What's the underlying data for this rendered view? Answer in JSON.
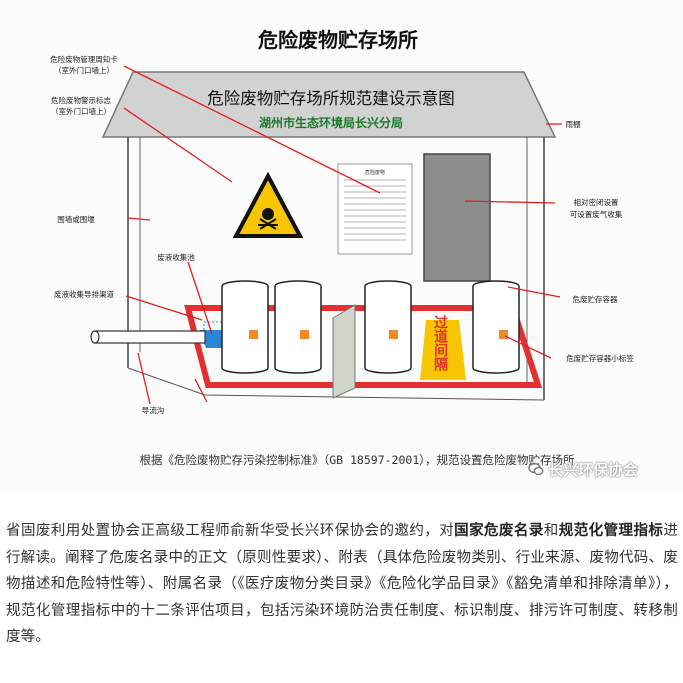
{
  "figure": {
    "main_title": "危险废物贮存场所",
    "roof_title": "危险废物贮存场所规范建设示意图",
    "roof_subtitle": "湖州市生态环境局长兴分局",
    "notice_board_title": "危险废物",
    "isolation_sign": "过道间隔",
    "caption": "根据《危险废物贮存污染控制标准》（GB 18597-2001），规范设置危险废物贮存场所",
    "labels": {
      "info_card": "危险废物管理周知卡",
      "info_card_note": "（室外门口墙上）",
      "warning_sign": "危险废物警示标志",
      "warning_sign_note": "（室外门口墙上）",
      "wall_or_fence": "围墙或围堰",
      "liquid_pool": "废液收集池",
      "liquid_channel": "废液收集导排渠道",
      "drain_ditch": "导流沟",
      "canopy": "雨棚",
      "sealed_room": "相对密闭设置",
      "sealed_room_note": "可设置废气收集",
      "container": "危废贮存容器",
      "container_tag": "危废贮存容器小标签"
    }
  },
  "watermark": {
    "text": "长兴环保协会",
    "icon": "wechat-logo-icon"
  },
  "article": {
    "seg1": "省固废利用处置协会正高级工程师俞新华受长兴环保协会的邀约，对",
    "bold1": "国家危废名录",
    "seg2": "和",
    "bold2": "规范化管理指标",
    "seg3": "进行解读。阐释了危废名录中的正文（原则性要求）、附表（具体危险废物类别、行业来源、废物代码、废物描述和危险特性等）、附属名录（《医疗废物分类目录》《危险化学品目录》《豁免清单和排除清单》），规范化管理指标中的十二条评估项目，包括污染环境防治责任制度、标识制度、排污许可制度、转移制度等。"
  },
  "colors": {
    "roof": "#d2d2d2",
    "red_line": "#e02020",
    "floor_red": "#e23030",
    "warning_yellow": "#f7c600",
    "door_gray": "#8c8c8c",
    "pool_blue": "#2a86d8",
    "container_orange": "#f08a2a"
  }
}
